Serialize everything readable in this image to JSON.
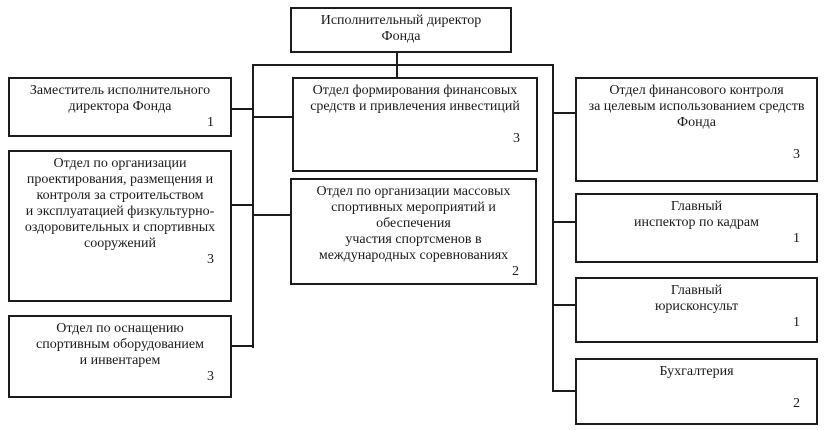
{
  "chart_type": "org-chart",
  "boxes": {
    "executive_director": {
      "lines": [
        "Исполнительный директор",
        "Фонда"
      ]
    },
    "deputy_director": {
      "lines": [
        "Заместитель исполнительного",
        "директора Фонда"
      ],
      "count": "1"
    },
    "construction_dept": {
      "lines": [
        "Отдел по организации",
        "проектирования, размещения и",
        "контроля за строительством",
        "и эксплуатацией физкультурно-",
        "оздоровительных и спортивных",
        "сооружений"
      ],
      "count": "3"
    },
    "equipment_dept": {
      "lines": [
        "Отдел по оснащению",
        "спортивным оборудованием",
        "и инвентарем"
      ],
      "count": "3"
    },
    "finance_formation_dept": {
      "lines": [
        "Отдел формирования финансовых",
        "средств и привлечения инвестиций"
      ],
      "count": "3"
    },
    "sports_events_dept": {
      "lines": [
        "Отдел по организации массовых",
        "спортивных мероприятий и",
        "обеспечения",
        "участия спортсменов в",
        "международных соревнованиях"
      ],
      "count": "2"
    },
    "financial_control_dept": {
      "lines": [
        "Отдел финансового контроля",
        "за целевым использованием средств",
        "Фонда"
      ],
      "count": "3"
    },
    "hr_inspector": {
      "lines": [
        "Главный",
        "инспектор по кадрам"
      ],
      "count": "1"
    },
    "legal_counsel": {
      "lines": [
        "Главный",
        "юрисконсульт"
      ],
      "count": "1"
    },
    "accounting": {
      "lines": [
        "Бухгалтерия"
      ],
      "count": "2"
    }
  },
  "colors": {
    "line": "#1c1c1c",
    "background": "#ffffff",
    "text": "#1a1a1a"
  }
}
